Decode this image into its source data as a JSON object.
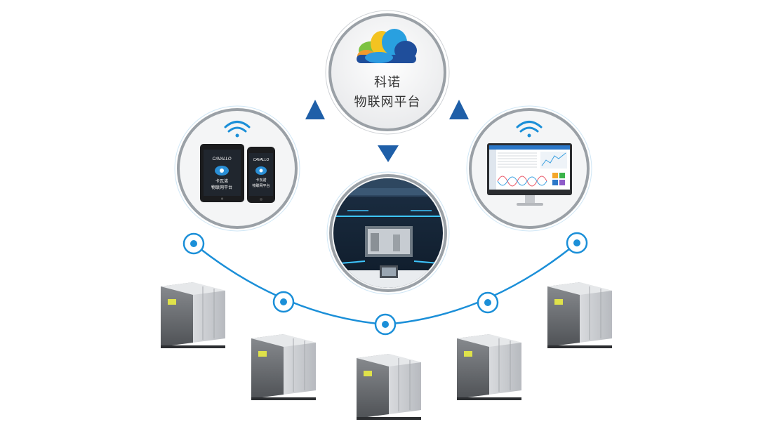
{
  "hub": {
    "line1": "科诺",
    "line2": "物联网平台",
    "icon": "cloud-logo-icon"
  },
  "tablet_screen": {
    "brand": "CAVALLO",
    "line1": "卡瓦诺",
    "line2": "物联网平台"
  },
  "phone_screen": {
    "brand": "CAVALLO",
    "line1": "卡瓦诺",
    "line2": "物联网平台"
  },
  "colors": {
    "accent": "#1b8fd8",
    "arrow": "#1f5fa8",
    "ring": "#9aa0a6"
  },
  "icons": [
    "wifi-icon",
    "up-arrow-icon",
    "down-arrow-icon",
    "network-node-icon",
    "server-cabinet-icon"
  ]
}
